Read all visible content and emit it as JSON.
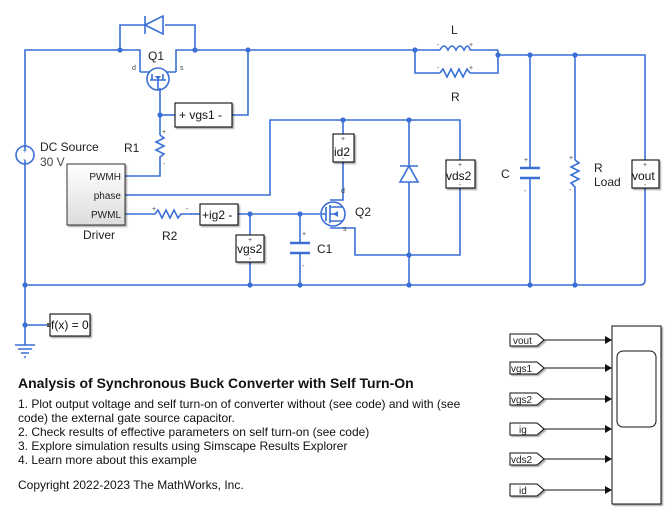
{
  "colors": {
    "wire": "#3a6fd6",
    "block_border": "#111111",
    "text": "#111111"
  },
  "components": {
    "dc_source": {
      "name": "DC Source",
      "value": "30 V"
    },
    "q1": {
      "name": "Q1",
      "drain": "d",
      "source": "s"
    },
    "q2": {
      "name": "Q2",
      "drain": "d",
      "source": "s"
    },
    "r1": {
      "name": "R1"
    },
    "r2": {
      "name": "R2"
    },
    "c1": {
      "name": "C1"
    },
    "inductor": {
      "name": "L"
    },
    "parallel_r": {
      "name": "R"
    },
    "cap_out": {
      "name": "C"
    },
    "load": {
      "name_line1": "R",
      "name_line2": "Load"
    },
    "driver": {
      "name": "Driver",
      "ports": [
        "PWMH",
        "phase",
        "PWML"
      ]
    },
    "solver": {
      "label": "f(x) = 0"
    }
  },
  "sensors": {
    "vgs1": "+ vgs1  -",
    "ig2": "+ig2 -",
    "vgs2": "vgs2",
    "id2": "id2",
    "vds2": "vds2",
    "vout": "vout"
  },
  "scope_inputs": [
    "vout",
    "vgs1",
    "vgs2",
    "ig",
    "vds2",
    "id"
  ],
  "annotation": {
    "title": "Analysis of Synchronous Buck Converter with Self Turn-On",
    "items": [
      "1. Plot output voltage and self turn-on of converter without (see code) and with (see code) the external gate source capacitor.",
      "2. Check results of effective parameters on self turn-on (see code)",
      "3. Explore simulation results using Simscape Results Explorer",
      "4. Learn more about this example"
    ],
    "copyright": "Copyright 2022-2023 The MathWorks, Inc."
  }
}
